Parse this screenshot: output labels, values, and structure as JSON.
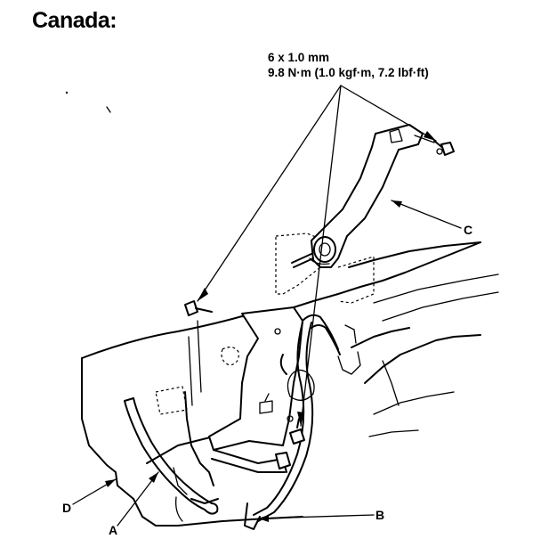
{
  "heading": "Canada:",
  "fastener_spec": {
    "size": "6 x 1.0 mm",
    "torque": "9.8 N·m (1.0 kgf·m, 7.2 lbf·ft)"
  },
  "callouts": {
    "a": "A",
    "b": "B",
    "c": "C",
    "d": "D"
  }
}
